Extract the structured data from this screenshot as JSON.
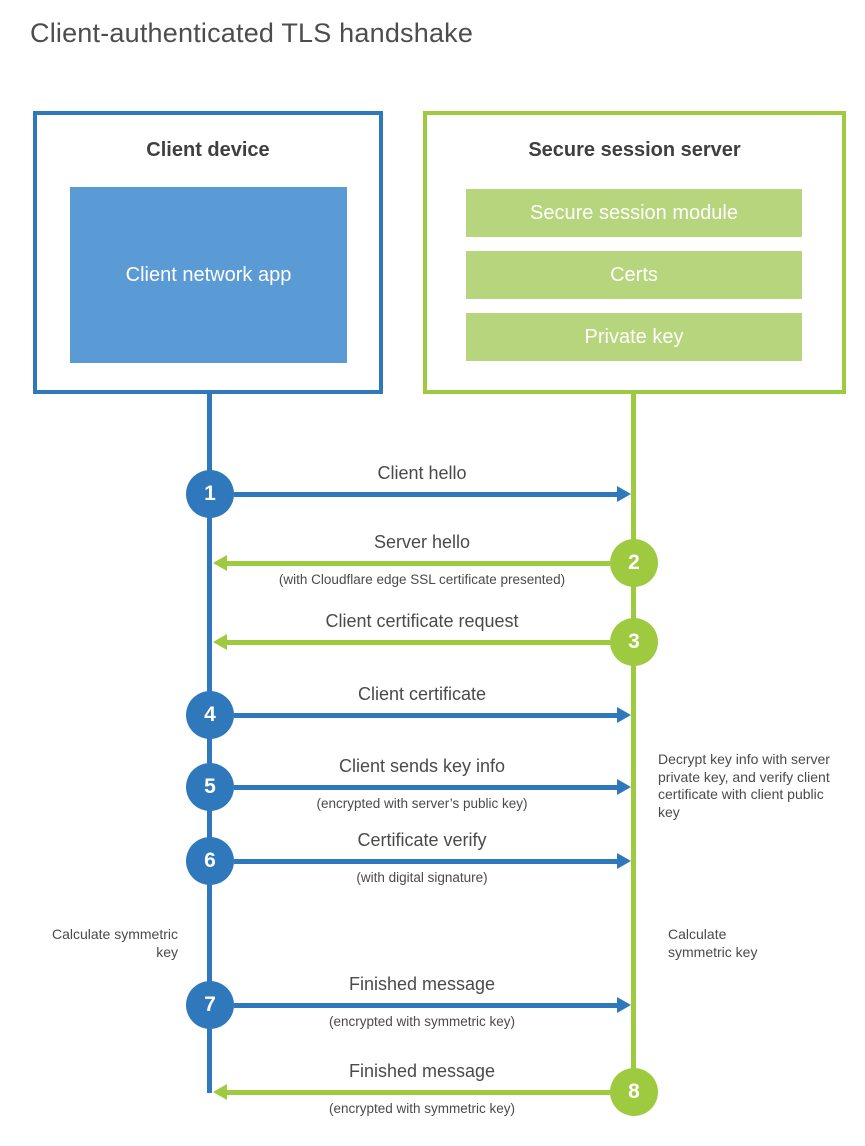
{
  "title": "Client-authenticated TLS handshake",
  "colors": {
    "blue": "#2e78bb",
    "blue_fill": "#5b9bd5",
    "green": "#9dca3e",
    "green_fill": "#b7d57c"
  },
  "client": {
    "title": "Client device",
    "inner_label": "Client network app"
  },
  "server": {
    "title": "Secure session server",
    "modules": [
      "Secure session module",
      "Certs",
      "Private key"
    ]
  },
  "steps": [
    {
      "num": "1",
      "from": "client",
      "label": "Client hello",
      "sublabel": ""
    },
    {
      "num": "2",
      "from": "server",
      "label": "Server hello",
      "sublabel": "(with Cloudflare edge SSL certificate presented)"
    },
    {
      "num": "3",
      "from": "server",
      "label": "Client certificate request",
      "sublabel": ""
    },
    {
      "num": "4",
      "from": "client",
      "label": "Client certificate",
      "sublabel": ""
    },
    {
      "num": "5",
      "from": "client",
      "label": "Client sends key info",
      "sublabel": "(encrypted with server’s public key)"
    },
    {
      "num": "6",
      "from": "client",
      "label": "Certificate verify",
      "sublabel": "(with digital signature)"
    },
    {
      "num": "7",
      "from": "client",
      "label": "Finished message",
      "sublabel": "(encrypted with symmetric key)"
    },
    {
      "num": "8",
      "from": "server",
      "label": "Finished message",
      "sublabel": "(encrypted with symmetric key)"
    }
  ],
  "notes": {
    "decrypt": "Decrypt key info with server private key, and verify client certificate with client public key",
    "calc_left": "Calculate symmetric key",
    "calc_right": "Calculate symmetric key"
  }
}
